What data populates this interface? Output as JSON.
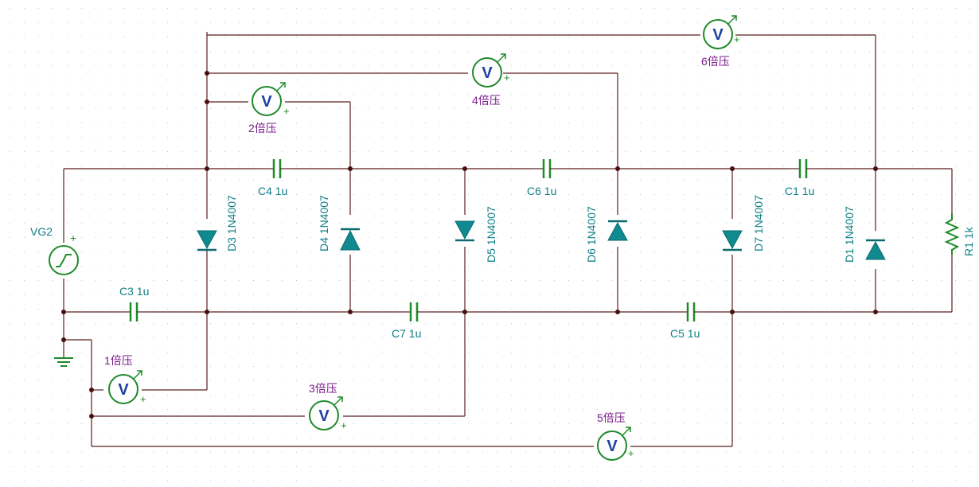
{
  "colors": {
    "wire": "#5a1e1e",
    "component": "#0d7f87",
    "diode_fill": "#0f8a8f",
    "meter_green": "#1f8a2a",
    "meter_letter": "#1f3fa0",
    "meter_label": "#7a1e8a",
    "grid_dot": "#b8c8c8",
    "pin_mark": "#d02020"
  },
  "source": {
    "name": "VG2",
    "plus": "+"
  },
  "capacitors": [
    {
      "id": "C3",
      "label": "C3 1u"
    },
    {
      "id": "C4",
      "label": "C4 1u"
    },
    {
      "id": "C7",
      "label": "C7 1u"
    },
    {
      "id": "C6",
      "label": "C6 1u"
    },
    {
      "id": "C5",
      "label": "C5 1u"
    },
    {
      "id": "C1",
      "label": "C1 1u"
    }
  ],
  "diodes": [
    {
      "id": "D3",
      "label": "D3 1N4007"
    },
    {
      "id": "D4",
      "label": "D4 1N4007"
    },
    {
      "id": "D5",
      "label": "D5 1N4007"
    },
    {
      "id": "D6",
      "label": "D6 1N4007"
    },
    {
      "id": "D7",
      "label": "D7 1N4007"
    },
    {
      "id": "D1",
      "label": "D1 1N4007"
    }
  ],
  "resistor": {
    "label": "R1 1k"
  },
  "meters": [
    {
      "id": "m1",
      "letter": "V",
      "plus": "+",
      "label": "1倍压"
    },
    {
      "id": "m2",
      "letter": "V",
      "plus": "+",
      "label": "2倍压"
    },
    {
      "id": "m3",
      "letter": "V",
      "plus": "+",
      "label": "3倍压"
    },
    {
      "id": "m4",
      "letter": "V",
      "plus": "+",
      "label": "4倍压"
    },
    {
      "id": "m5",
      "letter": "V",
      "plus": "+",
      "label": "5倍压"
    },
    {
      "id": "m6",
      "letter": "V",
      "plus": "+",
      "label": "6倍压"
    }
  ]
}
